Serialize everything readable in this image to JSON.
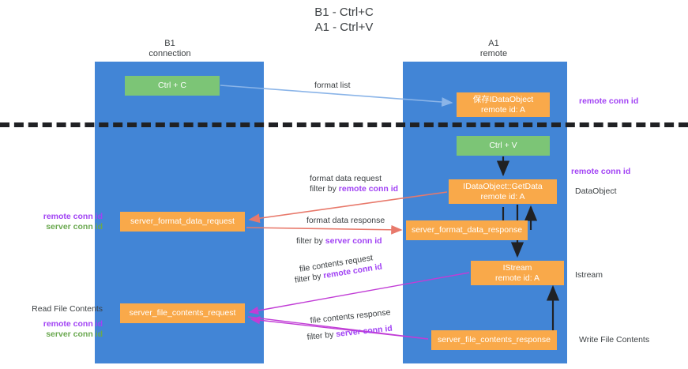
{
  "title": "B1 - Ctrl+C\nA1 - Ctrl+V",
  "columns": {
    "left": "B1\nconnection",
    "right": "A1\nremote"
  },
  "nodes": {
    "ctrl_c": "Ctrl + C",
    "save_idataobject": "保存IDataObject\nremote id: A",
    "ctrl_v": "Ctrl + V",
    "getdata": "IDataObject::GetData\nremote id: A",
    "server_format_data_request": "server_format_data_request",
    "server_format_data_response": "server_format_data_response",
    "istream": "IStream\nremote id: A",
    "server_file_contents_request": "server_file_contents_request",
    "server_file_contents_response": "server_file_contents_response"
  },
  "edges": {
    "format_list": "format list",
    "format_data_request": "format data request",
    "format_data_request_filter_prefix": "filter by ",
    "format_data_request_filter_key": "remote conn id",
    "format_data_response": "format data response",
    "format_data_response_filter_prefix": "filter by ",
    "format_data_response_filter_key": "server conn id",
    "file_contents_request": "file contents request",
    "file_contents_request_filter_prefix": "filter by ",
    "file_contents_request_filter_key": "remote conn id",
    "file_contents_response": "file contents response",
    "file_contents_response_filter_prefix": "filter by ",
    "file_contents_response_filter_key": "server conn id"
  },
  "annotations": {
    "remote_conn_id_top": "remote conn id",
    "remote_conn_id_mid": "remote conn id",
    "dataobject": "DataObject",
    "istream": "Istream",
    "write_file_contents": "Write File Contents",
    "read_file_contents": "Read File Contents",
    "left_remote_conn_id_1": "remote conn id",
    "left_server_conn_id_1": "server conn id",
    "left_remote_conn_id_2": "remote conn id",
    "left_server_conn_id_2": "server conn id"
  },
  "colors": {
    "lane": "#4285d6",
    "green_node": "#7cc576",
    "orange_node": "#f9a94a",
    "purple_text": "#a142f4",
    "green_text": "#6aa84f",
    "divider": "#202124",
    "arrow_blue": "#8ab4e8",
    "arrow_red": "#e8796b",
    "arrow_magenta": "#c13dd6",
    "arrow_black": "#202124"
  }
}
